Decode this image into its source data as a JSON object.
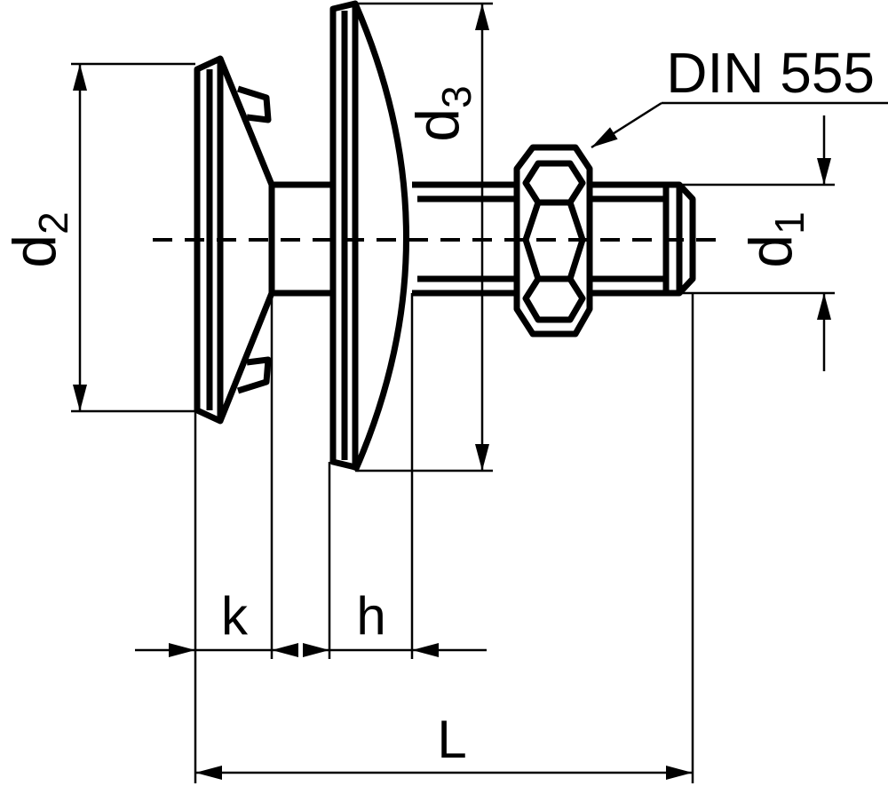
{
  "callout": {
    "standard": "DIN 555"
  },
  "dimensions": {
    "d1": {
      "letter": "d",
      "sub": "1"
    },
    "d2": {
      "letter": "d",
      "sub": "2"
    },
    "d3": {
      "letter": "d",
      "sub": "3"
    },
    "k": "k",
    "h": "h",
    "L": "L"
  },
  "colors": {
    "ink": "#000000",
    "background": "#ffffff"
  }
}
